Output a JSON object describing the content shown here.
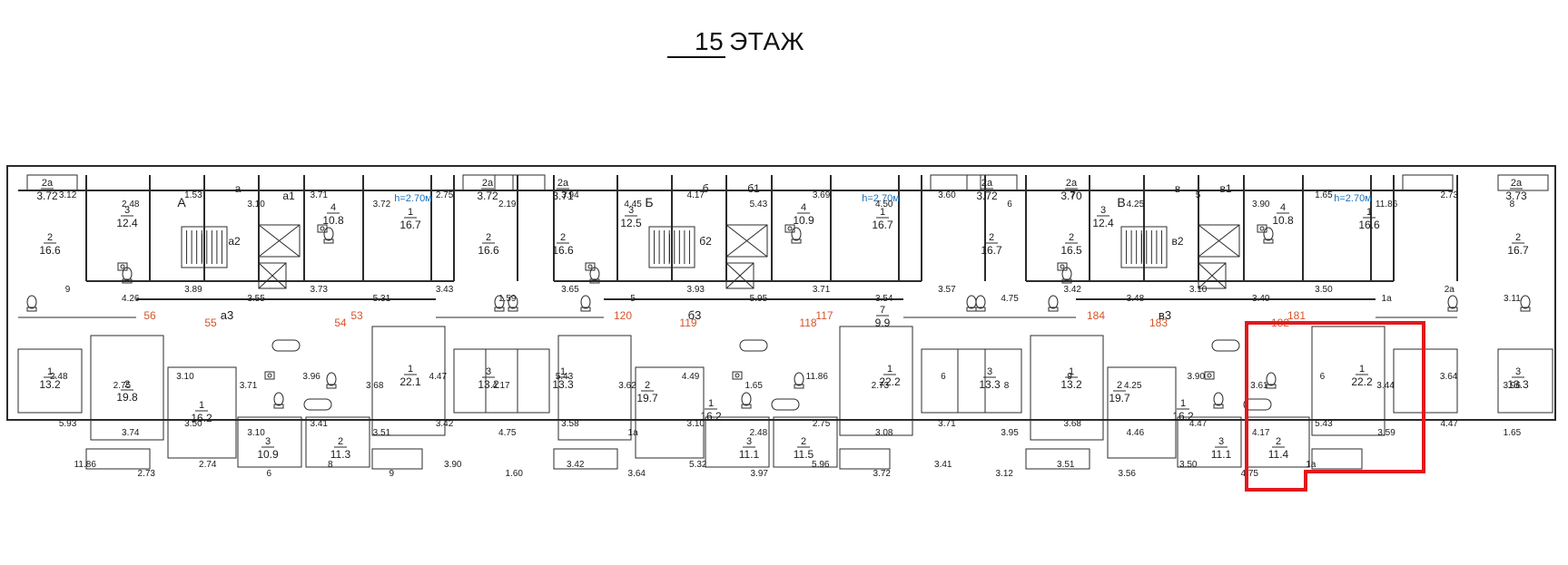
{
  "title": {
    "floor_number": "15",
    "floor_word": "ЭТАЖ"
  },
  "colors": {
    "line": "#2b2b2b",
    "red_text": "#d4542a",
    "blue_text": "#1a6fb8",
    "highlight": "#e3191c"
  },
  "section_letters": [
    "А",
    "Б",
    "В"
  ],
  "ceiling_labels": [
    "h=2.70м",
    "h=2.70м",
    "h=2.70м"
  ],
  "corridor_labels": [
    "а3",
    "б3",
    "в3"
  ],
  "stair_labels": [
    "а",
    "а1",
    "а2",
    "б",
    "б1",
    "б2",
    "в",
    "в1",
    "в2"
  ],
  "apartment_numbers": [
    "56",
    "55",
    "54",
    "53",
    "120",
    "119",
    "118",
    "117",
    "184",
    "183",
    "182",
    "181"
  ],
  "room_labels": [
    [
      "2а",
      "3.72"
    ],
    [
      "3",
      "12.4"
    ],
    [
      "2",
      "16.6"
    ],
    [
      "1",
      "13.2"
    ],
    [
      "2",
      "19.8"
    ],
    [
      "1",
      "16.2"
    ],
    [
      "3",
      "10.9"
    ],
    [
      "2",
      "11.3"
    ],
    [
      "4",
      "10.8"
    ],
    [
      "1",
      "16.7"
    ],
    [
      "1",
      "22.1"
    ],
    [
      "2а",
      "3.72"
    ],
    [
      "2",
      "16.6"
    ],
    [
      "3",
      "13.2"
    ],
    [
      "2а",
      "3.71"
    ],
    [
      "2",
      "16.6"
    ],
    [
      "1",
      "13.3"
    ],
    [
      "3",
      "12.5"
    ],
    [
      "2",
      "19.7"
    ],
    [
      "1",
      "16.2"
    ],
    [
      "3",
      "11.1"
    ],
    [
      "2",
      "11.5"
    ],
    [
      "4",
      "10.9"
    ],
    [
      "1",
      "16.7"
    ],
    [
      "7",
      "9.9"
    ],
    [
      "1",
      "22.2"
    ],
    [
      "2а",
      "3.72"
    ],
    [
      "2",
      "16.7"
    ],
    [
      "3",
      "13.3"
    ],
    [
      "2а",
      "3.70"
    ],
    [
      "2",
      "16.5"
    ],
    [
      "1",
      "13.2"
    ],
    [
      "3",
      "12.4"
    ],
    [
      "2",
      "19.7"
    ],
    [
      "1",
      "16.2"
    ],
    [
      "3",
      "11.1"
    ],
    [
      "2",
      "11.4"
    ],
    [
      "4",
      "10.8"
    ],
    [
      "1",
      "16.6"
    ],
    [
      "1",
      "22.2"
    ],
    [
      "2а",
      "3.73"
    ],
    [
      "2",
      "16.7"
    ],
    [
      "3",
      "13.3"
    ]
  ],
  "dimension_labels": [
    "3.12",
    "2.48",
    "1.53",
    "3.10",
    "3.71",
    "3.72",
    "2.75",
    "2.19",
    "3.94",
    "4.45",
    "4.17",
    "5.43",
    "3.69",
    "4.50",
    "3.60",
    "6",
    "7",
    "4.25",
    "5",
    "3.90",
    "1.65",
    "11.86",
    "2.73",
    "8",
    "9",
    "4.26",
    "3.89",
    "3.55",
    "3.73",
    "5.31",
    "3.43",
    "1.59",
    "3.65",
    "5",
    "3.93",
    "5.95",
    "3.71",
    "3.54",
    "3.57",
    "4.75",
    "3.42",
    "3.48",
    "3.10",
    "3.40",
    "3.50",
    "1а",
    "2а",
    "3.11",
    "2.48",
    "2.75",
    "3.10",
    "3.71",
    "3.96",
    "3.68",
    "4.47",
    "4.17",
    "5.43",
    "3.62",
    "4.49",
    "1.65",
    "11.86",
    "2.73",
    "6",
    "8",
    "9",
    "4.25",
    "3.90",
    "3.61",
    "6",
    "3.44",
    "3.64",
    "3.96",
    "5.93",
    "3.74",
    "3.50",
    "3.10",
    "3.41",
    "3.51",
    "3.42",
    "4.75",
    "3.58",
    "1а",
    "3.10",
    "2.48",
    "2.75",
    "3.08",
    "3.71",
    "3.95",
    "3.68",
    "4.46",
    "4.47",
    "4.17",
    "5.43",
    "3.59",
    "4.47",
    "1.65",
    "11.86",
    "2.73",
    "2.74",
    "6",
    "8",
    "9",
    "3.90",
    "1.60",
    "3.42",
    "3.64",
    "5.32",
    "3.97",
    "5.96",
    "3.72",
    "3.41",
    "3.12",
    "3.51",
    "3.56",
    "3.50",
    "4.75",
    "1а"
  ]
}
